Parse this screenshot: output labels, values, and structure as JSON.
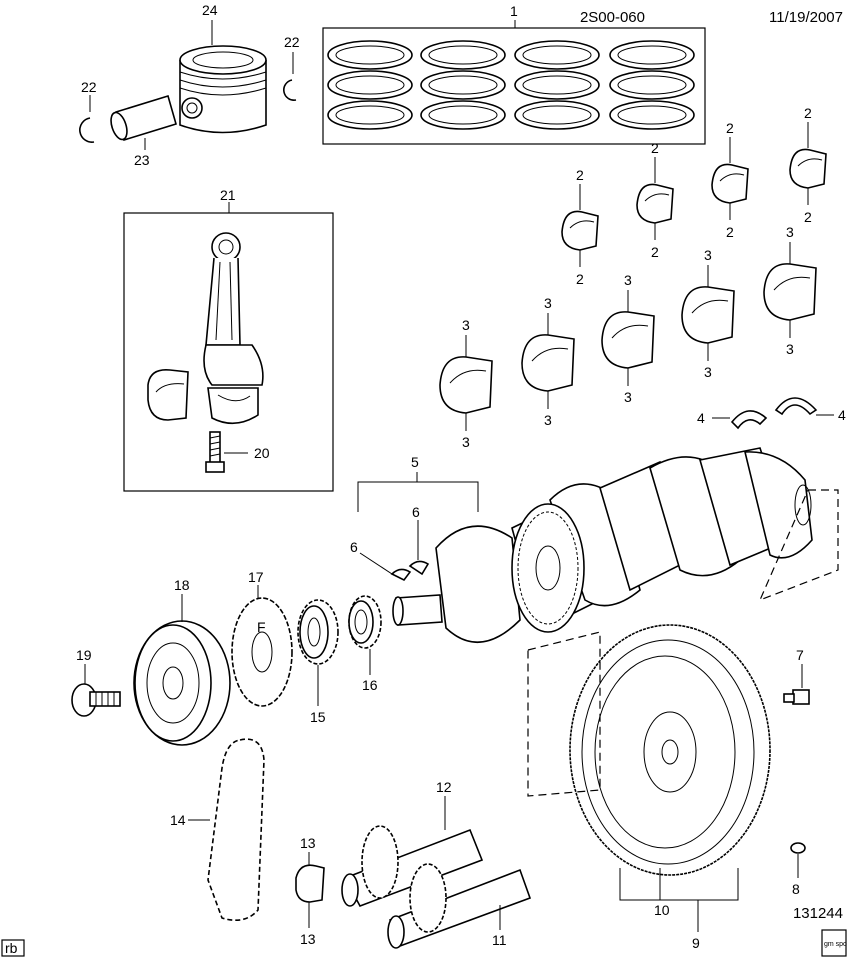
{
  "header": {
    "doc_code": "2S00-060",
    "date": "11/19/2007"
  },
  "figure_id": "131244",
  "corner_tag": "rb",
  "logo_text": "gm spo",
  "callouts": {
    "c1": "1",
    "c2": "2",
    "c3": "3",
    "c4": "4",
    "c5": "5",
    "c6": "6",
    "c7": "7",
    "c8": "8",
    "c9": "9",
    "c10": "10",
    "c11": "11",
    "c12": "12",
    "c13": "13",
    "c14": "14",
    "c15": "15",
    "c16": "16",
    "c17": "17",
    "c18": "18",
    "c19": "19",
    "c20": "20",
    "c21": "21",
    "c22": "22",
    "c23": "23",
    "c24": "24"
  },
  "sprocket_mark": "F"
}
